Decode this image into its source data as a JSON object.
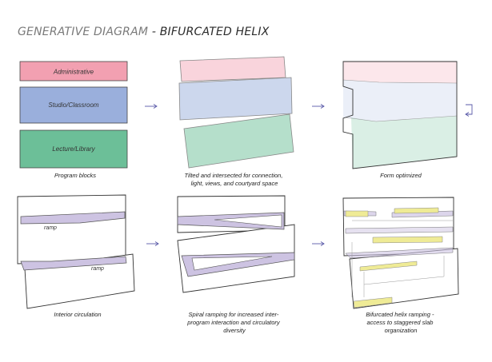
{
  "title": {
    "lead": "GENERATIVE DIAGRAM",
    "separator": " - ",
    "emphasis": "BIFURCATED HELIX"
  },
  "colors": {
    "administrative": "#f2a0b1",
    "studio": "#9aafdc",
    "lecture": "#6cbf98",
    "ramp": "#cdc3e2",
    "slab": "#efeb96",
    "arrow": "#5a5aa8",
    "outline": "#333333"
  },
  "blocks": {
    "administrative": "Administrative",
    "studio": "Studio/Classroom",
    "lecture": "Lecture/Library"
  },
  "ramp_labels": [
    "ramp",
    "ramp"
  ],
  "captions": [
    [
      "Program blocks"
    ],
    [
      "Tilted and intersected for connection,",
      "light, views, and courtyard space"
    ],
    [
      "Form optimized"
    ],
    [
      "Interior circulation"
    ],
    [
      "Spiral ramping for increased inter-",
      "program interaction and circulatory",
      "diversity"
    ],
    [
      "Bifurcated helix ramping -",
      "access to staggered slab",
      "organization"
    ]
  ]
}
